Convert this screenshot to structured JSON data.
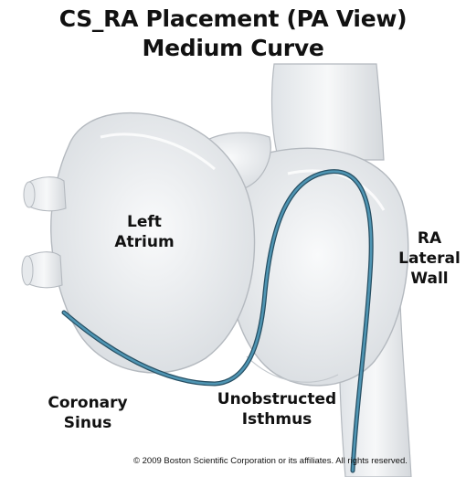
{
  "title": {
    "line1": "CS_RA Placement (PA View)",
    "line2": "Medium Curve"
  },
  "labels": {
    "left_atrium": [
      "Left",
      "Atrium"
    ],
    "ra_lateral_wall": [
      "RA",
      "Lateral",
      "Wall"
    ],
    "coronary_sinus": [
      "Coronary",
      "Sinus"
    ],
    "unobstructed_isthmus": [
      "Unobstructed",
      "Isthmus"
    ]
  },
  "copyright": "© 2009 Boston Scientific Corporation or its affiliates.  All rights reserved.",
  "colors": {
    "catheter": "#3d7f9c",
    "tissue_fill": "#eef0f2",
    "tissue_stroke": "#b4b9bf"
  }
}
